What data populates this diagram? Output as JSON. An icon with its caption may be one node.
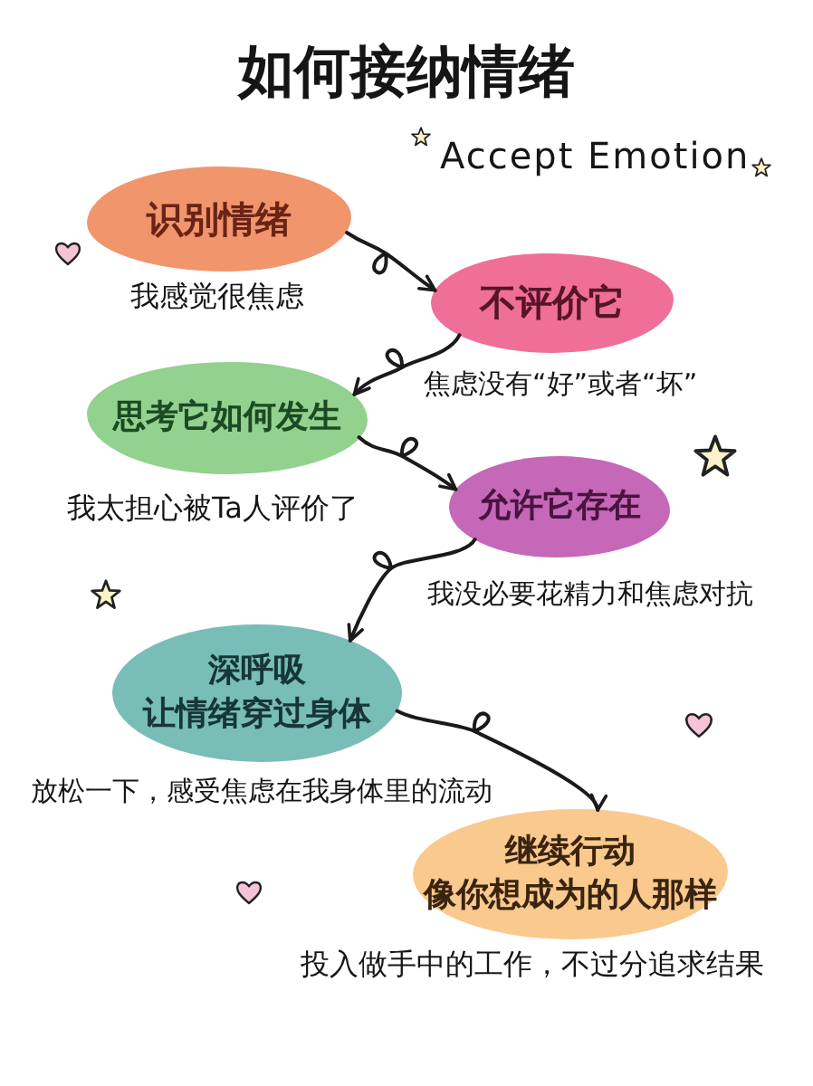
{
  "diagram": {
    "title": "如何接纳情绪",
    "nodes": [
      {
        "text": [
          "识别情绪"
        ],
        "beside": [
          "我感觉很焦虑"
        ]
      },
      {
        "text": [
          "不评价它"
        ],
        "beside": [
          "焦虑没有“好”或者“坏”"
        ]
      },
      {
        "text": [
          "思考它如何发生"
        ],
        "beside": [
          "我太担心被Ta人评价了"
        ]
      },
      {
        "text": [
          "允许它存在"
        ],
        "beside": [
          "我没必要花精力和焦虑对抗"
        ]
      },
      {
        "text": [
          "深呼吸",
          "让情绪穿过身体"
        ],
        "beside": [
          "放松一下，感受焦虑在我身体里的流动"
        ]
      },
      {
        "text": [
          "继续行动",
          "像你想成为的人那样"
        ],
        "beside": [
          "投入做手中的工作，不过分追求结果"
        ]
      }
    ],
    "edges": [
      {
        "from": 0,
        "to": 1,
        "arrow": "to"
      },
      {
        "from": 1,
        "to": 2,
        "arrow": "to"
      },
      {
        "from": 2,
        "to": 3,
        "arrow": "to"
      },
      {
        "from": 3,
        "to": 4,
        "arrow": "to"
      },
      {
        "from": 4,
        "to": 5,
        "arrow": "to"
      }
    ],
    "labels": [
      "Accept Emotion"
    ]
  }
}
